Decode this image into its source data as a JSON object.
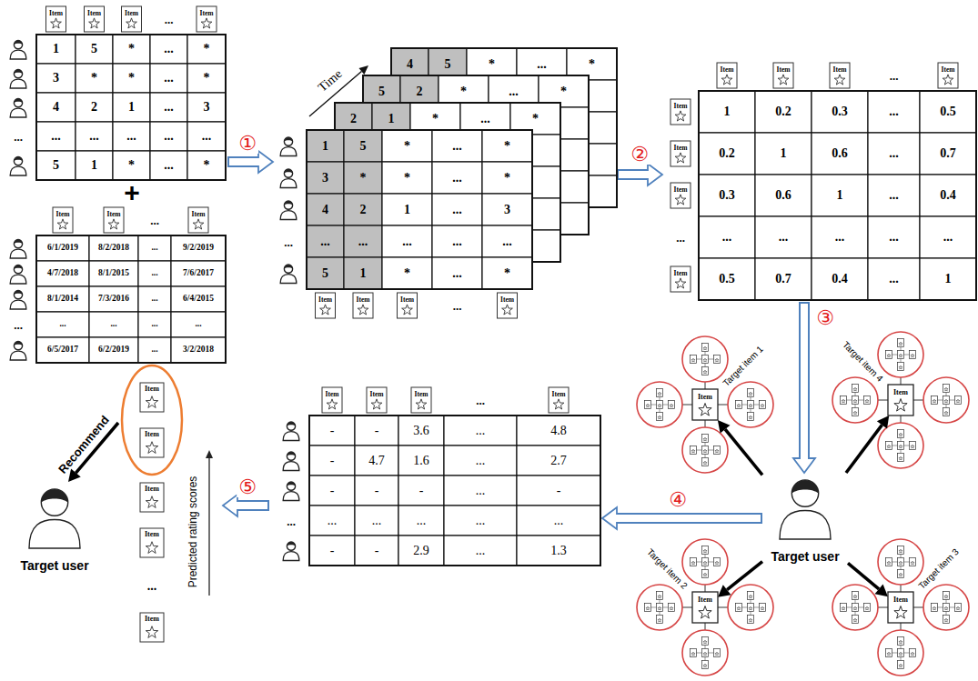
{
  "diagram": {
    "nodes": [
      {
        "text": [
          "Item",
          "Item",
          "Item",
          "...",
          "Item",
          "1",
          "5",
          "*",
          "...",
          "*",
          "3",
          "*",
          "*",
          "...",
          "*",
          "4",
          "2",
          "1",
          "...",
          "3",
          "...",
          "...",
          "...",
          "...",
          "...",
          "...",
          "5",
          "1",
          "*",
          "...",
          "*"
        ]
      },
      {
        "text": [
          "Item",
          "Item",
          "...",
          "Item",
          "6/1/2019",
          "8/2/2018",
          "...",
          "9/2/2019",
          "4/7/2018",
          "8/1/2015",
          "...",
          "7/6/2017",
          "8/1/2014",
          "7/3/2016",
          "...",
          "6/4/2015",
          "...",
          "...",
          "...",
          "...",
          "...",
          "6/5/2017",
          "6/2/2019",
          "...",
          "3/2/2018"
        ]
      },
      {
        "text": [
          "4",
          "5",
          "*",
          "...",
          "*"
        ]
      },
      {
        "text": [
          "5",
          "2",
          "*",
          "...",
          "*"
        ]
      },
      {
        "text": [
          "2",
          "1",
          "*",
          "...",
          "*"
        ]
      },
      {
        "text": [
          "1",
          "5",
          "*",
          "...",
          "*",
          "3",
          "*",
          "*",
          "...",
          "*",
          "4",
          "2",
          "1",
          "...",
          "3",
          "...",
          "...",
          "...",
          "...",
          "...",
          "...",
          "5",
          "1",
          "*",
          "...",
          "*",
          "Item",
          "Item",
          "Item",
          "...",
          "Item"
        ]
      },
      {
        "text": [
          "Item",
          "Item",
          "Item",
          "...",
          "Item",
          "Item",
          "1",
          "0.2",
          "0.3",
          "...",
          "0.5",
          "Item",
          "0.2",
          "1",
          "0.6",
          "...",
          "0.7",
          "Item",
          "0.3",
          "0.6",
          "1",
          "...",
          "0.4",
          "...",
          "...",
          "...",
          "...",
          "...",
          "...",
          "Item",
          "0.5",
          "0.7",
          "0.4",
          "...",
          "1"
        ]
      },
      {
        "text": [
          "Item",
          "Target item 1"
        ]
      },
      {
        "text": [
          "Item",
          "Target item 4"
        ]
      },
      {
        "text": [
          "Target user"
        ]
      },
      {
        "text": [
          "Item",
          "Target item 2"
        ]
      },
      {
        "text": [
          "Item",
          "Target item 3"
        ]
      },
      {
        "text": [
          "Item",
          "Item",
          "Item",
          "...",
          "Item",
          "-",
          "-",
          "3.6",
          "...",
          "4.8",
          "-",
          "4.7",
          "1.6",
          "...",
          "2.7",
          "-",
          "-",
          "-",
          "...",
          "-",
          "...",
          "...",
          "...",
          "...",
          "...",
          "...",
          "-",
          "-",
          "2.9",
          "...",
          "1.3"
        ]
      },
      {
        "text": [
          "Item",
          "Item",
          "Item",
          "Item",
          "...",
          "Item",
          "Predicted rating scores"
        ]
      },
      {
        "text": [
          "Target user"
        ]
      }
    ],
    "edges": [
      {
        "from": 0,
        "to": 5,
        "arrow": "to",
        "label": "①"
      },
      {
        "from": 2,
        "to": 6,
        "arrow": "to",
        "label": "②"
      },
      {
        "from": 6,
        "to": 9,
        "arrow": "to",
        "label": "③"
      },
      {
        "from": 9,
        "to": 12,
        "arrow": "to",
        "label": "④"
      },
      {
        "from": 12,
        "to": 13,
        "arrow": "to",
        "label": "⑤"
      },
      {
        "from": 13,
        "to": 14,
        "arrow": "to",
        "label": "Recommend"
      },
      {
        "from": 9,
        "to": 7,
        "arrow": "to"
      },
      {
        "from": 9,
        "to": 8,
        "arrow": "to"
      },
      {
        "from": 9,
        "to": 10,
        "arrow": "to"
      },
      {
        "from": 9,
        "to": 11,
        "arrow": "to"
      }
    ],
    "labels": [
      "+",
      "Time"
    ]
  }
}
